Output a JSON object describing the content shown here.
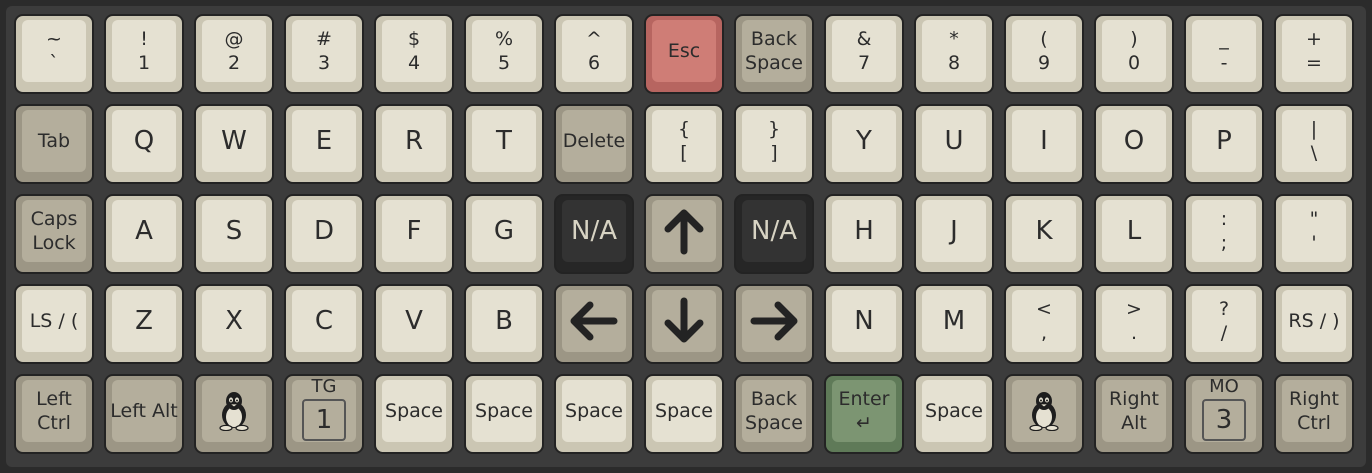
{
  "keyboard": {
    "row1": {
      "k0": {
        "top": "~",
        "bottom": "`"
      },
      "k1": {
        "top": "!",
        "bottom": "1"
      },
      "k2": {
        "top": "@",
        "bottom": "2"
      },
      "k3": {
        "top": "#",
        "bottom": "3"
      },
      "k4": {
        "top": "$",
        "bottom": "4"
      },
      "k5": {
        "top": "%",
        "bottom": "5"
      },
      "k6": {
        "top": "^",
        "bottom": "6"
      },
      "k7": {
        "label": "Esc"
      },
      "k8": {
        "top": "Back",
        "bottom": "Space"
      },
      "k9": {
        "top": "&",
        "bottom": "7"
      },
      "k10": {
        "top": "*",
        "bottom": "8"
      },
      "k11": {
        "top": "(",
        "bottom": "9"
      },
      "k12": {
        "top": ")",
        "bottom": "0"
      },
      "k13": {
        "top": "_",
        "bottom": "-"
      },
      "k14": {
        "top": "+",
        "bottom": "="
      }
    },
    "row2": {
      "k0": {
        "label": "Tab"
      },
      "k1": {
        "label": "Q"
      },
      "k2": {
        "label": "W"
      },
      "k3": {
        "label": "E"
      },
      "k4": {
        "label": "R"
      },
      "k5": {
        "label": "T"
      },
      "k6": {
        "label": "Delete"
      },
      "k7": {
        "top": "{",
        "bottom": "["
      },
      "k8": {
        "top": "}",
        "bottom": "]"
      },
      "k9": {
        "label": "Y"
      },
      "k10": {
        "label": "U"
      },
      "k11": {
        "label": "I"
      },
      "k12": {
        "label": "O"
      },
      "k13": {
        "label": "P"
      },
      "k14": {
        "top": "|",
        "bottom": "\\"
      }
    },
    "row3": {
      "k0": {
        "top": "Caps",
        "bottom": "Lock"
      },
      "k1": {
        "label": "A"
      },
      "k2": {
        "label": "S"
      },
      "k3": {
        "label": "D"
      },
      "k4": {
        "label": "F"
      },
      "k5": {
        "label": "G"
      },
      "k6": {
        "label": "N/A"
      },
      "k7": {
        "icon": "arrow-up-icon"
      },
      "k8": {
        "label": "N/A"
      },
      "k9": {
        "label": "H"
      },
      "k10": {
        "label": "J"
      },
      "k11": {
        "label": "K"
      },
      "k12": {
        "label": "L"
      },
      "k13": {
        "top": ":",
        "bottom": ";"
      },
      "k14": {
        "top": "\"",
        "bottom": "'"
      }
    },
    "row4": {
      "k0": {
        "label": "LS / ("
      },
      "k1": {
        "label": "Z"
      },
      "k2": {
        "label": "X"
      },
      "k3": {
        "label": "C"
      },
      "k4": {
        "label": "V"
      },
      "k5": {
        "label": "B"
      },
      "k6": {
        "icon": "arrow-left-icon"
      },
      "k7": {
        "icon": "arrow-down-icon"
      },
      "k8": {
        "icon": "arrow-right-icon"
      },
      "k9": {
        "label": "N"
      },
      "k10": {
        "label": "M"
      },
      "k11": {
        "top": "<",
        "bottom": ","
      },
      "k12": {
        "top": ">",
        "bottom": "."
      },
      "k13": {
        "top": "?",
        "bottom": "/"
      },
      "k14": {
        "label": "RS / )"
      }
    },
    "row5": {
      "k0": {
        "top": "Left",
        "bottom": "Ctrl"
      },
      "k1": {
        "label": "Left Alt"
      },
      "k2": {
        "icon": "linux-tux-icon"
      },
      "k3": {
        "top": "TG",
        "bottom": "1"
      },
      "k4": {
        "label": "Space"
      },
      "k5": {
        "label": "Space"
      },
      "k6": {
        "label": "Space"
      },
      "k7": {
        "label": "Space"
      },
      "k8": {
        "top": "Back",
        "bottom": "Space"
      },
      "k9": {
        "top": "Enter",
        "bottom": "↵"
      },
      "k10": {
        "label": "Space"
      },
      "k11": {
        "icon": "linux-tux-icon"
      },
      "k12": {
        "top": "Right",
        "bottom": "Alt"
      },
      "k13": {
        "top": "MO",
        "bottom": "3"
      },
      "k14": {
        "top": "Right",
        "bottom": "Ctrl"
      }
    }
  },
  "colors": {
    "case": "#3c3c3c",
    "alpha_keycap": "#e5e1d2",
    "modifier_keycap": "#b4ae9c",
    "escape_keycap": "#cf7d76",
    "enter_keycap": "#7c9572",
    "na_keycap": "#333333"
  }
}
